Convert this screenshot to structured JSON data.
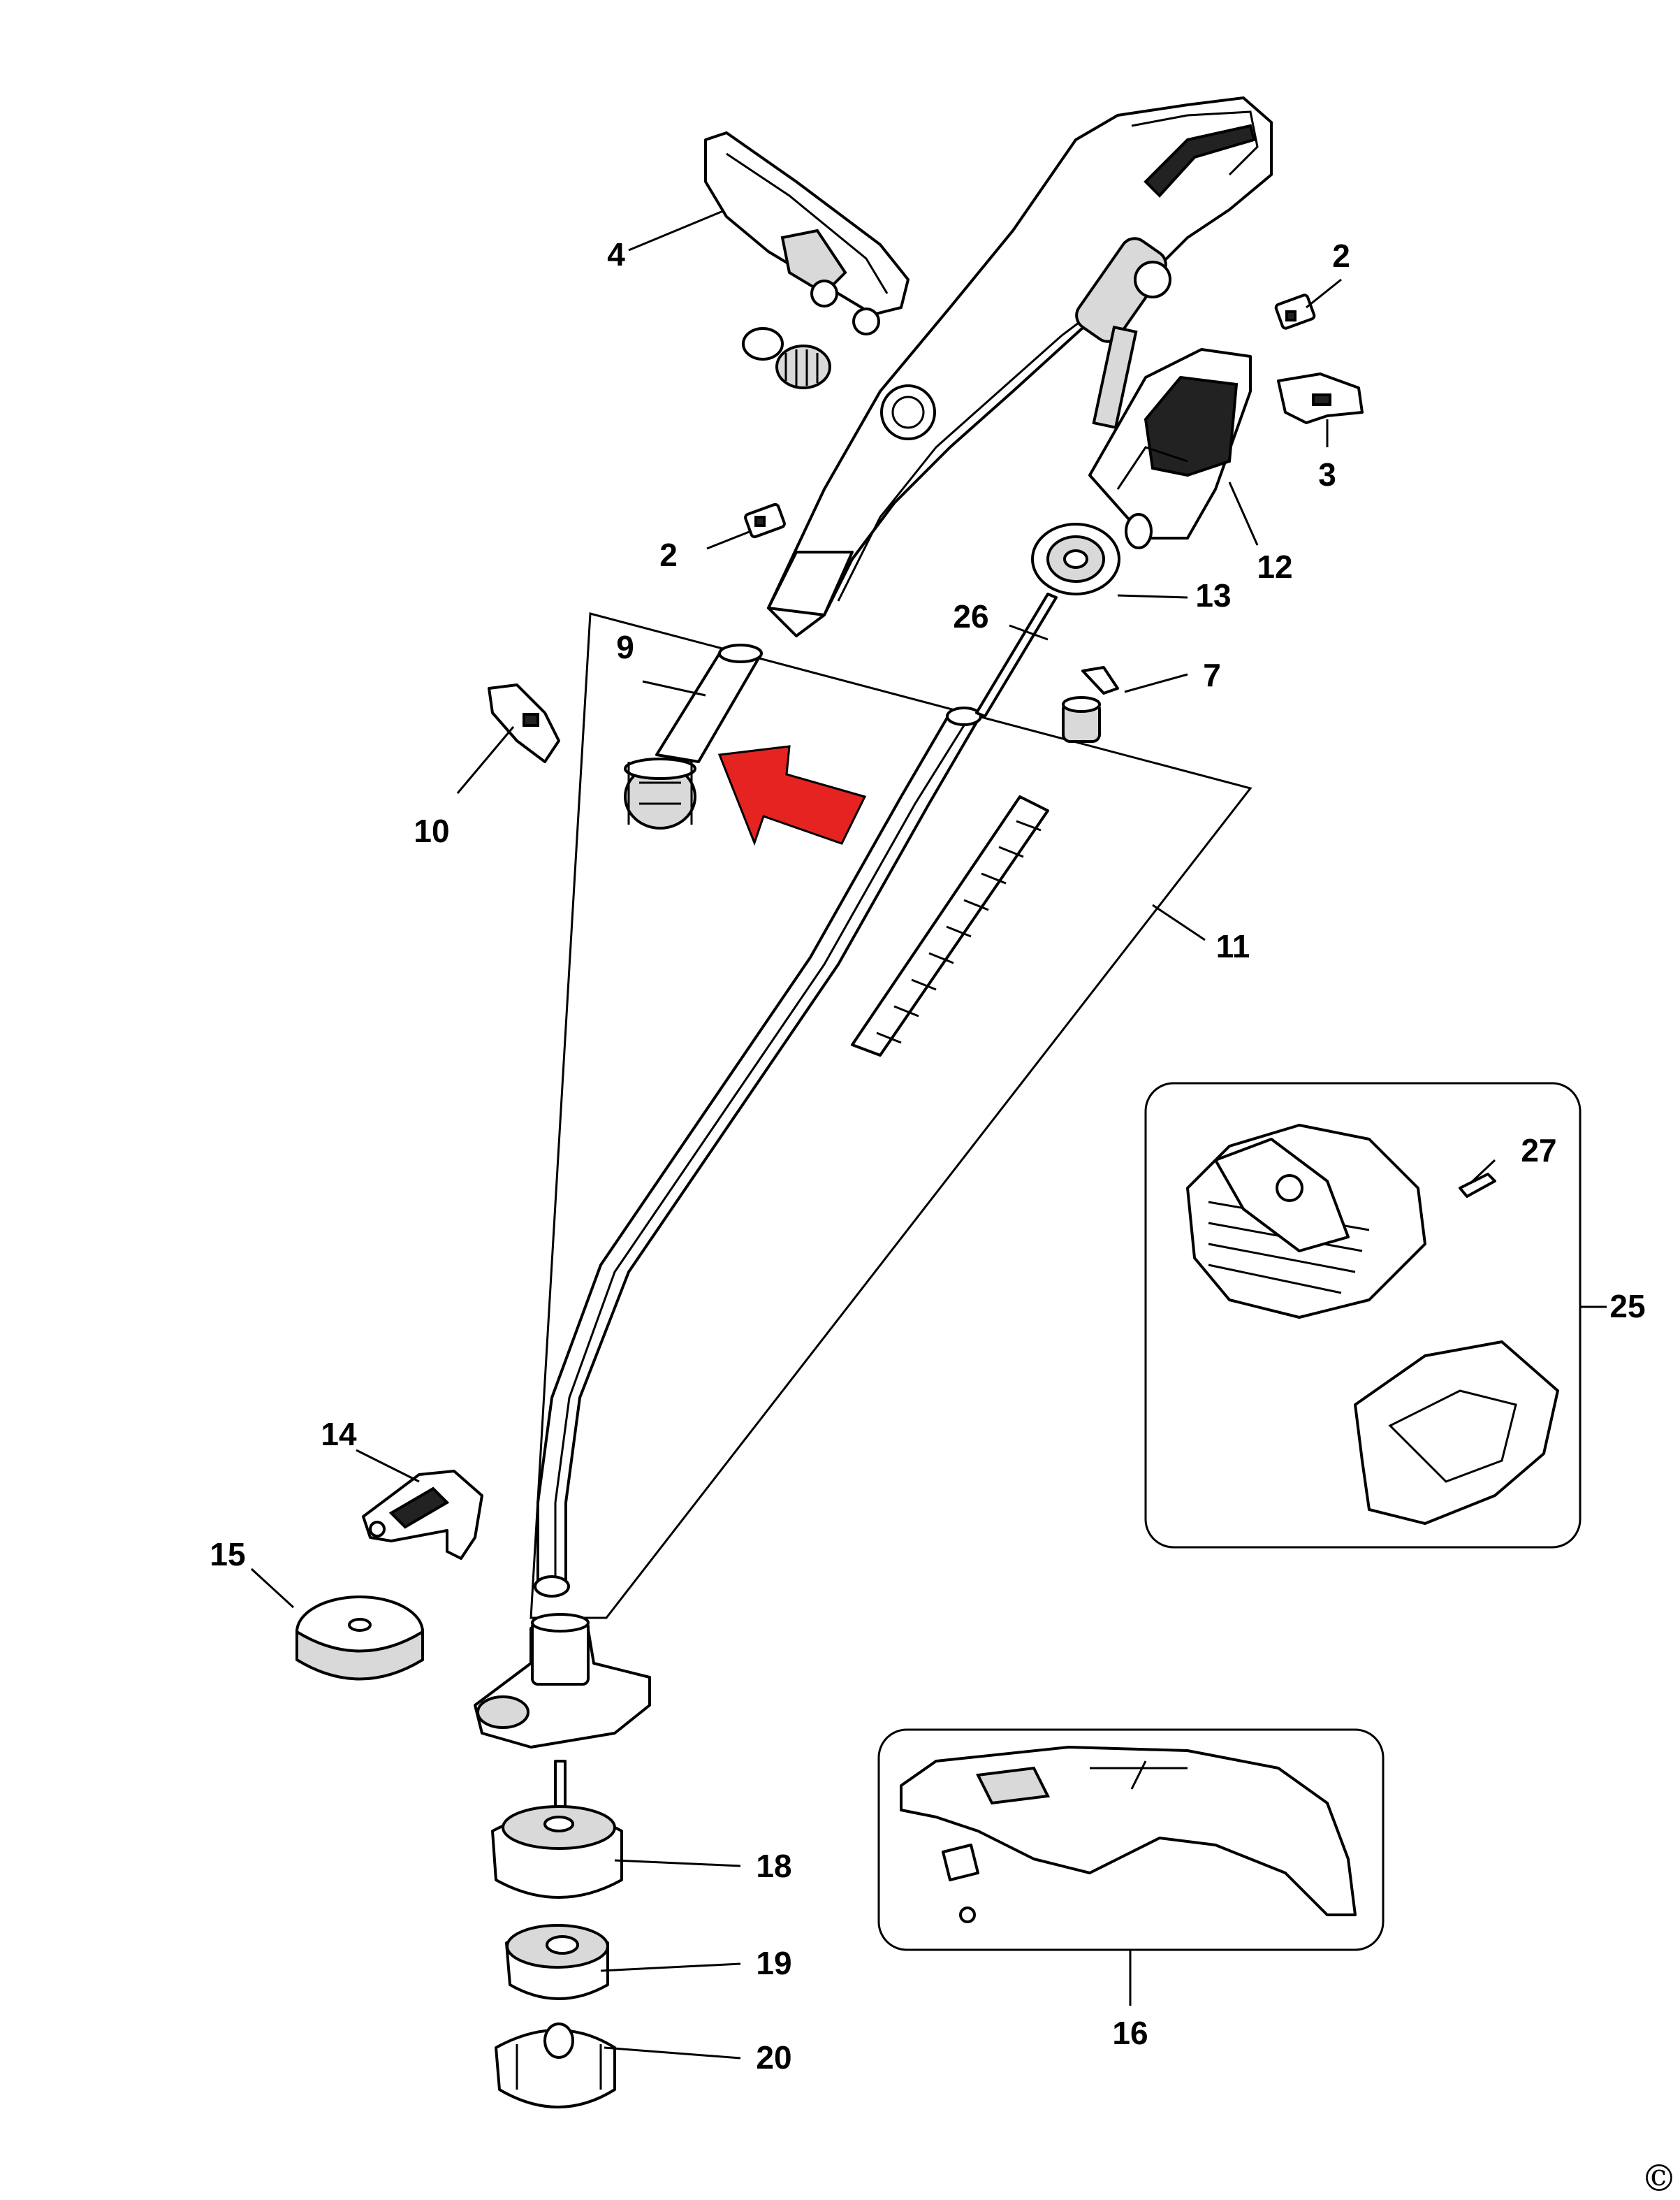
{
  "callouts": [
    {
      "id": "c2a",
      "label": "2"
    },
    {
      "id": "c2b",
      "label": "2"
    },
    {
      "id": "c3",
      "label": "3"
    },
    {
      "id": "c4",
      "label": "4"
    },
    {
      "id": "c7",
      "label": "7"
    },
    {
      "id": "c9",
      "label": "9"
    },
    {
      "id": "c10",
      "label": "10"
    },
    {
      "id": "c11",
      "label": "11"
    },
    {
      "id": "c12",
      "label": "12"
    },
    {
      "id": "c13",
      "label": "13"
    },
    {
      "id": "c14",
      "label": "14"
    },
    {
      "id": "c15",
      "label": "15"
    },
    {
      "id": "c16",
      "label": "16"
    },
    {
      "id": "c18",
      "label": "18"
    },
    {
      "id": "c19",
      "label": "19"
    },
    {
      "id": "c20",
      "label": "20"
    },
    {
      "id": "c25",
      "label": "25"
    },
    {
      "id": "c26",
      "label": "26"
    },
    {
      "id": "c27",
      "label": "27"
    }
  ],
  "copyright_symbol": "©",
  "highlight_arrow_color": "#e52421",
  "line_color": "#000000"
}
